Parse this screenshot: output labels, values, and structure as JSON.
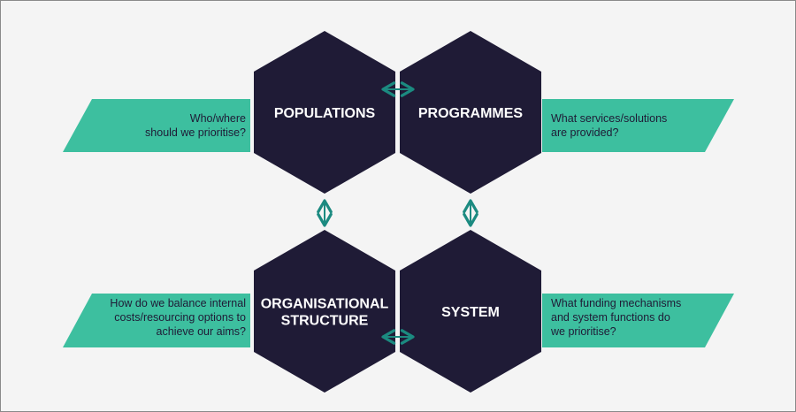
{
  "colors": {
    "hexagon": "#1f1b36",
    "band": "#3dbf9f",
    "arrow": "#1b8a80",
    "background": "#f4f4f4",
    "label": "#ffffff",
    "band_text": "#1f1b36"
  },
  "hexagons": [
    {
      "id": "populations",
      "label_lines": [
        "POPULATIONS"
      ]
    },
    {
      "id": "programmes",
      "label_lines": [
        "PROGRAMMES"
      ]
    },
    {
      "id": "organisational-structure",
      "label_lines": [
        "ORGANISATIONAL",
        "STRUCTURE"
      ]
    },
    {
      "id": "system",
      "label_lines": [
        "SYSTEM"
      ]
    }
  ],
  "bands": [
    {
      "id": "populations-question",
      "lines": [
        "Who/where",
        "should we prioritise?"
      ]
    },
    {
      "id": "programmes-question",
      "lines": [
        "What services/solutions",
        "are provided?"
      ]
    },
    {
      "id": "organisational-structure-question",
      "lines": [
        "How do we balance internal",
        "costs/resourcing options to",
        "achieve our aims?"
      ]
    },
    {
      "id": "system-question",
      "lines": [
        "What funding mechanisms",
        "and system functions do",
        "we prioritise?"
      ]
    }
  ],
  "connections": [
    {
      "from": "populations",
      "to": "programmes",
      "type": "bidirectional"
    },
    {
      "from": "populations",
      "to": "organisational-structure",
      "type": "bidirectional"
    },
    {
      "from": "programmes",
      "to": "system",
      "type": "bidirectional"
    },
    {
      "from": "organisational-structure",
      "to": "system",
      "type": "bidirectional"
    }
  ]
}
